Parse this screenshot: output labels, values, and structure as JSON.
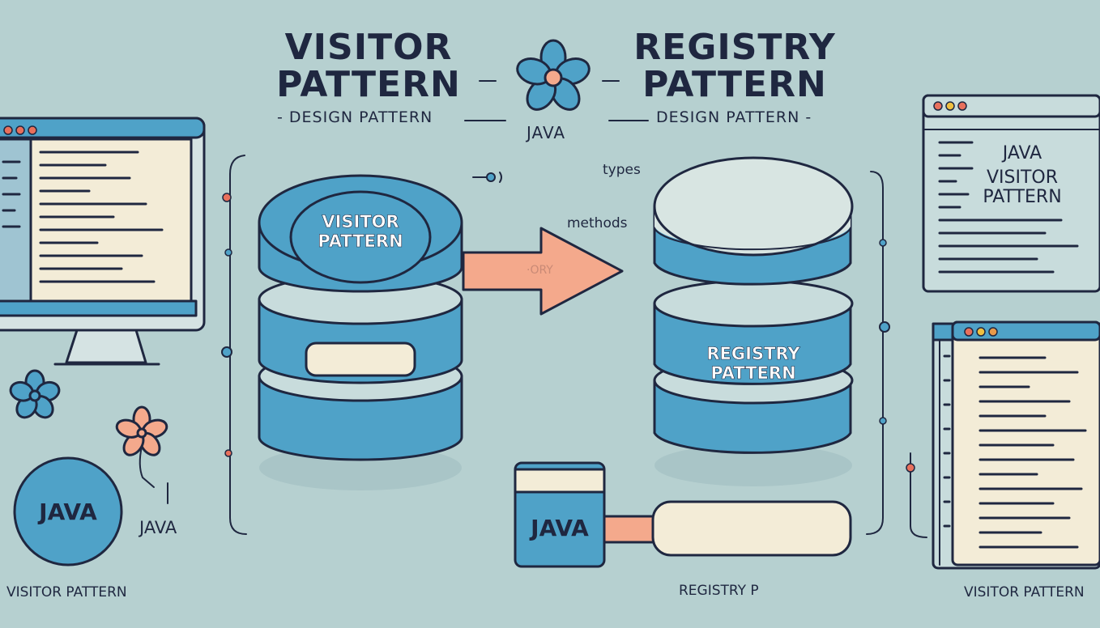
{
  "header": {
    "left_title_line1": "VISITOR",
    "left_title_line2": "PATTERN",
    "left_subtitle": "- DESIGN PATTERN",
    "right_title_line1": "REGISTRY",
    "right_title_line2": "PATTERN",
    "right_subtitle": "DESIGN PATTERN -",
    "center_label": "JAVA"
  },
  "center": {
    "visitor_stack_label_line1": "VISITOR",
    "visitor_stack_label_line2": "PATTERN",
    "arrow_label": "·ORY",
    "label_types": "types",
    "label_methods": "methods",
    "registry_stack_label_line1": "REGISTRY",
    "registry_stack_label_line2": "PATTERN",
    "java_box_label": "JAVA"
  },
  "left": {
    "java_circle_label": "JAVA",
    "java_small_label": "JAVA",
    "bottom_caption": "VISITOR PATTERN"
  },
  "right": {
    "window_line1": "JAVA",
    "window_line2": "VISITOR",
    "window_line3": "PATTERN",
    "bottom_caption": "VISITOR PATTERN"
  },
  "bottom": {
    "center_caption": "REGISTRY P"
  },
  "colors": {
    "background": "#b6d0d0",
    "blue": "#4fa2c8",
    "outline": "#1f2740",
    "salmon": "#f4a98c",
    "cream": "#f3ecd7",
    "red_dot": "#e8705c",
    "yellow_dot": "#f0c040",
    "orange_dot": "#e89a4a"
  },
  "icons": [
    "flower-icon",
    "monitor-icon",
    "database-stack-icon",
    "arrow-right-icon",
    "browser-window-icon"
  ]
}
